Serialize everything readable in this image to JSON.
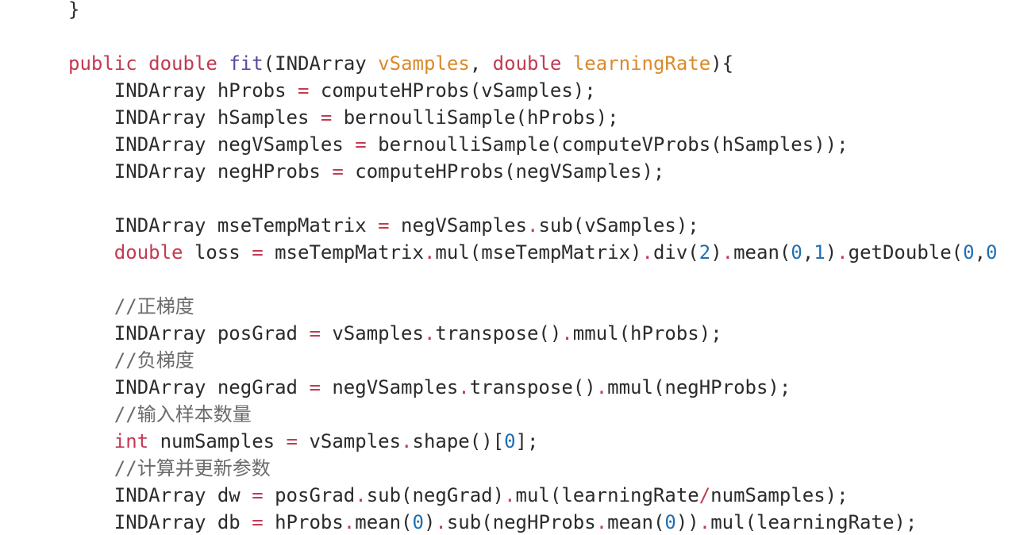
{
  "code": {
    "lines": [
      [
        {
          "t": "}",
          "k": "plain"
        }
      ],
      [],
      [
        {
          "t": "public",
          "k": "kw"
        },
        {
          "t": " ",
          "k": "plain"
        },
        {
          "t": "double",
          "k": "kw"
        },
        {
          "t": " ",
          "k": "plain"
        },
        {
          "t": "fit",
          "k": "fn"
        },
        {
          "t": "(INDArray ",
          "k": "plain"
        },
        {
          "t": "vSamples",
          "k": "param"
        },
        {
          "t": ", ",
          "k": "plain"
        },
        {
          "t": "double",
          "k": "kw"
        },
        {
          "t": " ",
          "k": "plain"
        },
        {
          "t": "learningRate",
          "k": "param"
        },
        {
          "t": "){",
          "k": "plain"
        }
      ],
      [
        {
          "t": "    INDArray hProbs ",
          "k": "plain"
        },
        {
          "t": "=",
          "k": "op"
        },
        {
          "t": " computeHProbs(vSamples);",
          "k": "plain"
        }
      ],
      [
        {
          "t": "    INDArray hSamples ",
          "k": "plain"
        },
        {
          "t": "=",
          "k": "op"
        },
        {
          "t": " bernoulliSample(hProbs);",
          "k": "plain"
        }
      ],
      [
        {
          "t": "    INDArray negVSamples ",
          "k": "plain"
        },
        {
          "t": "=",
          "k": "op"
        },
        {
          "t": " bernoulliSample(computeVProbs(hSamples));",
          "k": "plain"
        }
      ],
      [
        {
          "t": "    INDArray negHProbs ",
          "k": "plain"
        },
        {
          "t": "=",
          "k": "op"
        },
        {
          "t": " computeHProbs(negVSamples);",
          "k": "plain"
        }
      ],
      [],
      [
        {
          "t": "    INDArray mseTempMatrix ",
          "k": "plain"
        },
        {
          "t": "=",
          "k": "op"
        },
        {
          "t": " negVSamples",
          "k": "plain"
        },
        {
          "t": ".",
          "k": "op"
        },
        {
          "t": "sub(vSamples);",
          "k": "plain"
        }
      ],
      [
        {
          "t": "    ",
          "k": "plain"
        },
        {
          "t": "double",
          "k": "kw"
        },
        {
          "t": " loss ",
          "k": "plain"
        },
        {
          "t": "=",
          "k": "op"
        },
        {
          "t": " mseTempMatrix",
          "k": "plain"
        },
        {
          "t": ".",
          "k": "op"
        },
        {
          "t": "mul(mseTempMatrix)",
          "k": "plain"
        },
        {
          "t": ".",
          "k": "op"
        },
        {
          "t": "div(",
          "k": "plain"
        },
        {
          "t": "2",
          "k": "num"
        },
        {
          "t": ")",
          "k": "plain"
        },
        {
          "t": ".",
          "k": "op"
        },
        {
          "t": "mean(",
          "k": "plain"
        },
        {
          "t": "0",
          "k": "num"
        },
        {
          "t": ",",
          "k": "plain"
        },
        {
          "t": "1",
          "k": "num"
        },
        {
          "t": ")",
          "k": "plain"
        },
        {
          "t": ".",
          "k": "op"
        },
        {
          "t": "getDouble(",
          "k": "plain"
        },
        {
          "t": "0",
          "k": "num"
        },
        {
          "t": ",",
          "k": "plain"
        },
        {
          "t": "0",
          "k": "num"
        }
      ],
      [],
      [
        {
          "t": "    //正梯度",
          "k": "comment"
        }
      ],
      [
        {
          "t": "    INDArray posGrad ",
          "k": "plain"
        },
        {
          "t": "=",
          "k": "op"
        },
        {
          "t": " vSamples",
          "k": "plain"
        },
        {
          "t": ".",
          "k": "op"
        },
        {
          "t": "transpose()",
          "k": "plain"
        },
        {
          "t": ".",
          "k": "op"
        },
        {
          "t": "mmul(hProbs);",
          "k": "plain"
        }
      ],
      [
        {
          "t": "    //负梯度",
          "k": "comment"
        }
      ],
      [
        {
          "t": "    INDArray negGrad ",
          "k": "plain"
        },
        {
          "t": "=",
          "k": "op"
        },
        {
          "t": " negVSamples",
          "k": "plain"
        },
        {
          "t": ".",
          "k": "op"
        },
        {
          "t": "transpose()",
          "k": "plain"
        },
        {
          "t": ".",
          "k": "op"
        },
        {
          "t": "mmul(negHProbs);",
          "k": "plain"
        }
      ],
      [
        {
          "t": "    //输入样本数量",
          "k": "comment"
        }
      ],
      [
        {
          "t": "    ",
          "k": "plain"
        },
        {
          "t": "int",
          "k": "kw"
        },
        {
          "t": " numSamples ",
          "k": "plain"
        },
        {
          "t": "=",
          "k": "op"
        },
        {
          "t": " vSamples",
          "k": "plain"
        },
        {
          "t": ".",
          "k": "op"
        },
        {
          "t": "shape()[",
          "k": "plain"
        },
        {
          "t": "0",
          "k": "num"
        },
        {
          "t": "];",
          "k": "plain"
        }
      ],
      [
        {
          "t": "    //计算并更新参数",
          "k": "comment"
        }
      ],
      [
        {
          "t": "    INDArray dw ",
          "k": "plain"
        },
        {
          "t": "=",
          "k": "op"
        },
        {
          "t": " posGrad",
          "k": "plain"
        },
        {
          "t": ".",
          "k": "op"
        },
        {
          "t": "sub(negGrad)",
          "k": "plain"
        },
        {
          "t": ".",
          "k": "op"
        },
        {
          "t": "mul(learningRate",
          "k": "plain"
        },
        {
          "t": "/",
          "k": "op"
        },
        {
          "t": "numSamples);",
          "k": "plain"
        }
      ],
      [
        {
          "t": "    INDArray db ",
          "k": "plain"
        },
        {
          "t": "=",
          "k": "op"
        },
        {
          "t": " hProbs",
          "k": "plain"
        },
        {
          "t": ".",
          "k": "op"
        },
        {
          "t": "mean(",
          "k": "plain"
        },
        {
          "t": "0",
          "k": "num"
        },
        {
          "t": ")",
          "k": "plain"
        },
        {
          "t": ".",
          "k": "op"
        },
        {
          "t": "sub(negHProbs",
          "k": "plain"
        },
        {
          "t": ".",
          "k": "op"
        },
        {
          "t": "mean(",
          "k": "plain"
        },
        {
          "t": "0",
          "k": "num"
        },
        {
          "t": "))",
          "k": "plain"
        },
        {
          "t": ".",
          "k": "op"
        },
        {
          "t": "mul(learningRate);",
          "k": "plain"
        }
      ]
    ]
  }
}
